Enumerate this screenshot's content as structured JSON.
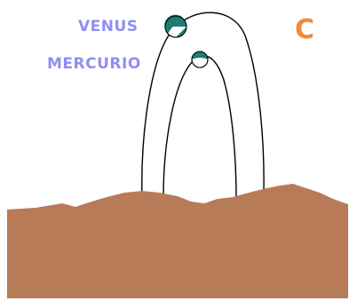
{
  "panel_letter": "C",
  "planets": {
    "venus": {
      "label": "VENUS"
    },
    "mercury": {
      "label": "MERCURIO"
    }
  },
  "colors": {
    "label_text": "#8f8ff2",
    "panel_letter": "#f08a3c",
    "ground": "#b87b58",
    "planet_dark": "#1f7c72",
    "planet_light": "#ffffff",
    "orbit": "#000000",
    "background": "#ffffff"
  }
}
